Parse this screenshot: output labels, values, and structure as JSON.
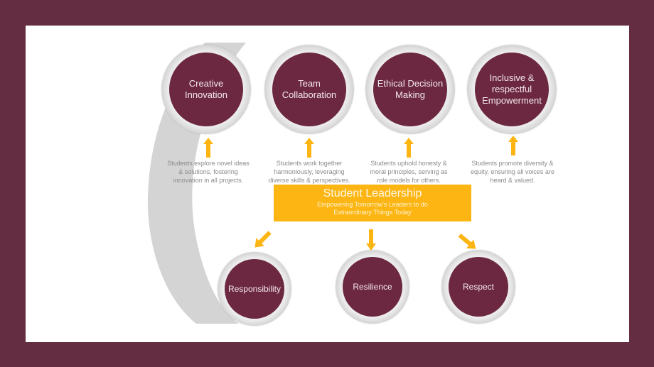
{
  "colors": {
    "frame": "#652d42",
    "circle_fill": "#6c2840",
    "accent": "#fcb513",
    "arc": "#d4d4d4",
    "desc_text": "#8a8a8a"
  },
  "banner": {
    "title": "Student Leadership",
    "subtitle_line1": "Empowering Tomorrow's Leaders to do",
    "subtitle_line2": "Extraordinary Things Today"
  },
  "top_values": [
    {
      "title_line1": "Creative",
      "title_line2": "Innovation",
      "title_line3": "",
      "desc_line1": "Students explore novel ideas",
      "desc_line2": "& solutions, fostering",
      "desc_line3": "innovation in all projects."
    },
    {
      "title_line1": "Team",
      "title_line2": "Collaboration",
      "title_line3": "",
      "desc_line1": "Students work together",
      "desc_line2": "harmoniously, leveraging",
      "desc_line3": "diverse skills & perspectives."
    },
    {
      "title_line1": "Ethical Decision",
      "title_line2": "Making",
      "title_line3": "",
      "desc_line1": "Students uphold honesty &",
      "desc_line2": "moral principles, serving as",
      "desc_line3": "role models for others."
    },
    {
      "title_line1": "Inclusive &",
      "title_line2": "respectful",
      "title_line3": "Empowerment",
      "desc_line1": "Students promote diversity &",
      "desc_line2": "equity, ensuring all voices are",
      "desc_line3": "heard & valued."
    }
  ],
  "bottom_values": [
    {
      "title": "Responsibility"
    },
    {
      "title": "Resilience"
    },
    {
      "title": "Respect"
    }
  ]
}
